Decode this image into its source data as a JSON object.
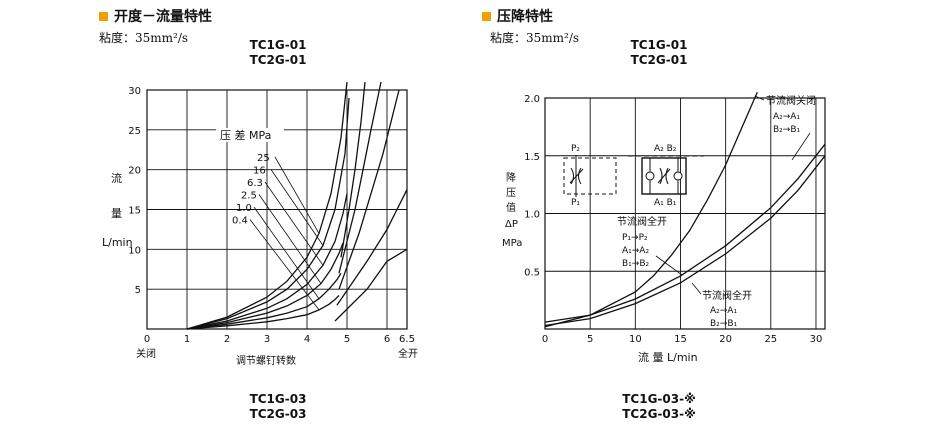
{
  "left": {
    "title": "开度－流量特性",
    "viscosity": "粘度：35mm²/s",
    "model_top": [
      "TC1G-01",
      "TC2G-01"
    ],
    "model_bottom": [
      "TC1G-03",
      "TC2G-03"
    ],
    "annotations": {
      "legend_title": "压 差 MPa",
      "ylabel_chars": [
        "流",
        "量"
      ],
      "yunit": "L/min",
      "xlabel": "调节螺钉转数",
      "x_closed": "关闭",
      "x_open": "全开"
    }
  },
  "right": {
    "title": "压降特性",
    "viscosity": "粘度：35mm²/s",
    "model_top": [
      "TC1G-01",
      "TC2G-01"
    ],
    "model_bottom": [
      "TC1G-03-※",
      "TC2G-03-※"
    ],
    "annotations": {
      "ylabel_chars": [
        "降",
        "压",
        "值"
      ],
      "ylabel_symbol": "ΔP",
      "yunit": "MPa",
      "xlabel": "流  量   L/min",
      "closed_title": "节流阀关闭",
      "closed_lines": [
        "A₂→A₁",
        "B₂→B₁"
      ],
      "open_a_title": "节流阀全开",
      "open_a_lines": [
        "P₁→P₂",
        "A₁→A₂",
        "B₁→B₂"
      ],
      "open_b_title": "节流阀全开",
      "open_b_lines": [
        "A₂→A₁",
        "B₂→B₁"
      ],
      "symbol_labels": {
        "p_top": "P₂",
        "p_bottom": "P₁",
        "ab_top": "A₂ B₂",
        "ab_bottom": "A₁ B₁"
      }
    }
  },
  "chart_data": [
    {
      "type": "line",
      "title": "开度－流量特性",
      "xlabel": "调节螺钉转数",
      "ylabel": "流量 L/min",
      "xlim": [
        0,
        6.5
      ],
      "ylim": [
        0,
        30
      ],
      "xticks": [
        0,
        1,
        2,
        3,
        4,
        5,
        6,
        6.5
      ],
      "yticks": [
        5,
        10,
        15,
        20,
        25,
        30
      ],
      "grid": true,
      "legend_title": "压 差 MPa",
      "series": [
        {
          "name": "25",
          "x": [
            1,
            2,
            3,
            3.5,
            4,
            4.3,
            4.6,
            4.85,
            5.0
          ],
          "y": [
            0,
            1.5,
            4,
            6,
            9,
            12,
            17,
            24,
            31
          ]
        },
        {
          "name": "16",
          "x": [
            1,
            2,
            3,
            3.5,
            4,
            4.4,
            4.7,
            4.95,
            5.05
          ],
          "y": [
            0,
            1.3,
            3.4,
            5,
            7.5,
            10.5,
            15,
            22,
            29
          ]
        },
        {
          "name": "6.3",
          "x": [
            1,
            2,
            3,
            3.5,
            4,
            4.4,
            4.7,
            4.9,
            5.0
          ],
          "y": [
            0,
            1.0,
            2.6,
            3.8,
            5.6,
            8,
            11,
            14.5,
            17
          ]
        },
        {
          "name": "2.5",
          "x": [
            1,
            2,
            3,
            3.5,
            4,
            4.35,
            4.6,
            4.8,
            4.9
          ],
          "y": [
            0,
            0.8,
            2.0,
            2.9,
            4.2,
            5.7,
            7.5,
            9.5,
            10.8
          ]
        },
        {
          "name": "1.0",
          "x": [
            1,
            2,
            3,
            3.5,
            4,
            4.3,
            4.55,
            4.75,
            4.85
          ],
          "y": [
            0,
            0.6,
            1.4,
            2.0,
            2.8,
            3.8,
            5.0,
            6.2,
            7.0
          ]
        },
        {
          "name": "0.4",
          "x": [
            1,
            2,
            3,
            3.5,
            4,
            4.3,
            4.55,
            4.7,
            4.8
          ],
          "y": [
            0,
            0.4,
            0.9,
            1.3,
            1.8,
            2.4,
            3.1,
            3.7,
            4.2
          ]
        }
      ],
      "full_open_lines": [
        {
          "x": [
            4.7,
            5.5,
            6.0,
            6.5
          ],
          "y": [
            1,
            5,
            8.5,
            10.0
          ]
        },
        {
          "x": [
            4.75,
            5.5,
            6.0,
            6.5
          ],
          "y": [
            3,
            8.5,
            12.5,
            17.5
          ]
        },
        {
          "x": [
            4.8,
            5.3,
            5.6,
            5.9,
            6.3
          ],
          "y": [
            5,
            12,
            17,
            22,
            30
          ]
        },
        {
          "x": [
            4.8,
            5.2,
            5.4,
            5.6,
            5.85
          ],
          "y": [
            7,
            15,
            20,
            25,
            31
          ]
        },
        {
          "x": [
            4.85,
            5.05,
            5.2,
            5.35,
            5.45
          ],
          "y": [
            9,
            15,
            20,
            26,
            31
          ]
        }
      ]
    },
    {
      "type": "line",
      "title": "压降特性",
      "xlabel": "流 量 L/min",
      "ylabel": "ΔP MPa",
      "xlim": [
        0,
        31
      ],
      "ylim": [
        0,
        2.0
      ],
      "xticks": [
        0,
        5,
        10,
        15,
        20,
        25,
        30
      ],
      "yticks": [
        0.5,
        1.0,
        1.5,
        2.0
      ],
      "grid": true,
      "series": [
        {
          "name": "节流阀关闭 A₂→A₁ B₂→B₁",
          "x": [
            0,
            5,
            10,
            12,
            14,
            16,
            18,
            20,
            22,
            23.5
          ],
          "y": [
            0.02,
            0.12,
            0.32,
            0.46,
            0.64,
            0.85,
            1.12,
            1.42,
            1.78,
            2.05
          ]
        },
        {
          "name": "节流阀全开 P₁→P₂ A₁→A₂ B₁→B₂",
          "x": [
            0,
            5,
            10,
            15,
            20,
            25,
            28,
            31
          ],
          "y": [
            0.06,
            0.12,
            0.26,
            0.46,
            0.72,
            1.05,
            1.3,
            1.6
          ]
        },
        {
          "name": "节流阀全开 A₂→A₁ B₂→B₁",
          "x": [
            0,
            5,
            10,
            15,
            20,
            25,
            28,
            31
          ],
          "y": [
            0.03,
            0.09,
            0.22,
            0.4,
            0.65,
            0.96,
            1.2,
            1.5
          ]
        }
      ]
    }
  ]
}
